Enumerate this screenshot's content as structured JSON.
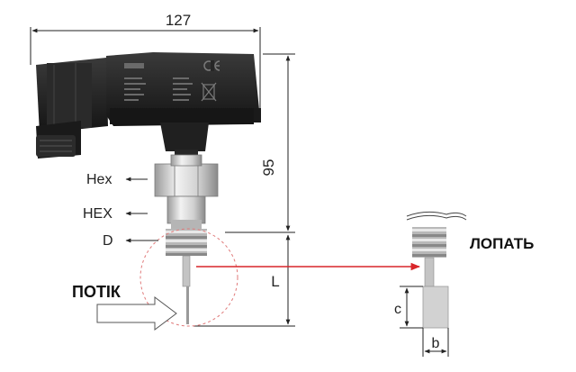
{
  "dimensions": {
    "width_127": "127",
    "height_95": "95",
    "length_L": "L",
    "paddle_c": "c",
    "paddle_b": "b"
  },
  "labels": {
    "hex_small": "Hex",
    "hex_large": "HEX",
    "thread_d": "D",
    "flow": "ПОТІК",
    "paddle": "ЛОПАТЬ"
  },
  "colors": {
    "housing": "#1e1e1e",
    "metal": "#c9c9c9",
    "arrow_red": "#d9262a",
    "dimension_line": "#222222",
    "dashed_circle": "#e07a7a"
  }
}
